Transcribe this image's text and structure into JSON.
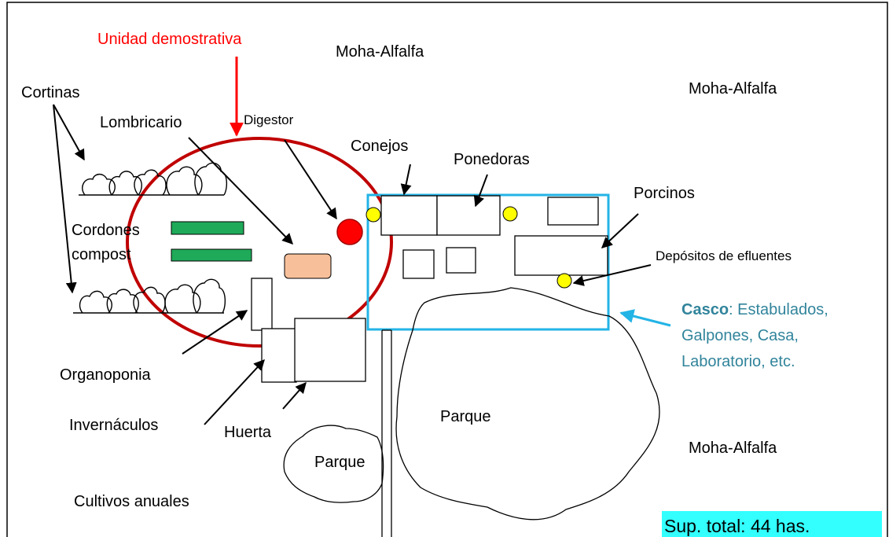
{
  "labels": {
    "unidad_demostrativa": "Unidad demostrativa",
    "moha_alfalfa": "Moha-Alfalfa",
    "cortinas": "Cortinas",
    "lombricario": "Lombricario",
    "digestor": "Digestor",
    "conejos": "Conejos",
    "ponedoras": "Ponedoras",
    "porcinos": "Porcinos",
    "cordones": "Cordones",
    "compost": "compost",
    "depositos_efluentes": "Depósitos de efluentes",
    "casco_title": "Casco",
    "casco_line1": ": Estabulados,",
    "casco_line2": "Galpones, Casa,",
    "casco_line3": "Laboratorio, etc.",
    "organoponia": "Organoponia",
    "invernaculos": "Invernáculos",
    "huerta": "Huerta",
    "parque": "Parque",
    "cultivos_anuales": "Cultivos anuales",
    "superficie_total": "Sup. total: 44 has."
  },
  "colors": {
    "demo_ring": "#c00000",
    "demo_arrow": "#ff0000",
    "demo_label": "#ff0000",
    "casco_border": "#23b4e6",
    "casco_text": "#31849b",
    "compost_bars": "#1faa59",
    "lombricario_box": "#f8c09a",
    "digestor_circle": "#ff0000",
    "effluent_deposits": "#ffff00",
    "total_highlight": "#33ffff"
  }
}
